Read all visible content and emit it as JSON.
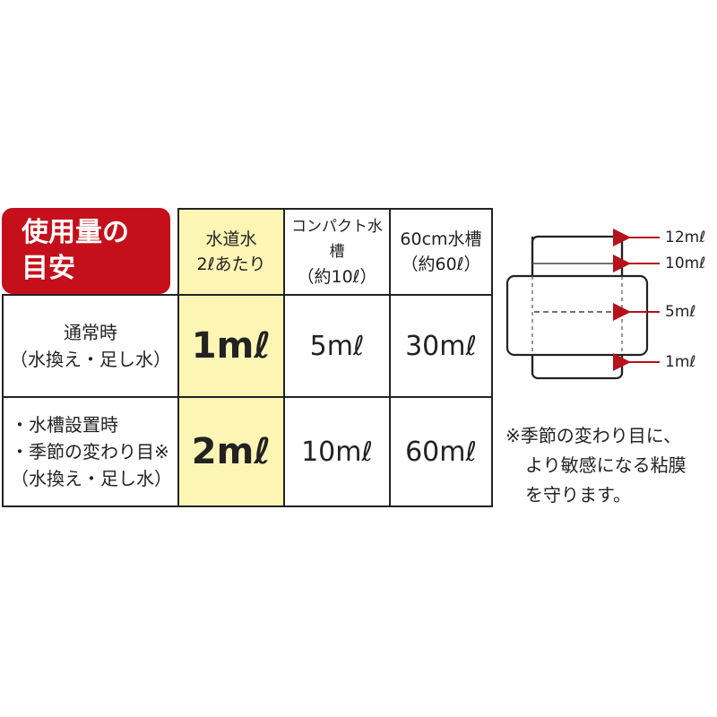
{
  "title": {
    "line1": "使用量の",
    "line2": "目安"
  },
  "columns": [
    {
      "line1": "水道水",
      "line2": "2ℓあたり"
    },
    {
      "line1": "コンパクト水槽",
      "line2": "（約10ℓ）"
    },
    {
      "line1": "60cm水槽",
      "line2": "（約60ℓ）"
    }
  ],
  "rows": [
    {
      "lines": [
        "通常時",
        "（水換え・足し水）"
      ],
      "values": [
        "1mℓ",
        "5mℓ",
        "30mℓ"
      ]
    },
    {
      "lines": [
        "・水槽設置時",
        "・季節の変わり目※",
        "（水換え・足し水）"
      ],
      "values": [
        "2mℓ",
        "10mℓ",
        "60mℓ"
      ]
    }
  ],
  "diagram": {
    "labels": [
      "12mℓ",
      "10mℓ",
      "5mℓ",
      "1mℓ"
    ],
    "arrow_color": "#b5121b"
  },
  "note": [
    "※季節の変わり目に、",
    "より敏感になる粘膜",
    "を守ります。"
  ],
  "colors": {
    "badge": "#c5101c",
    "highlight": "#fdf5b4"
  }
}
